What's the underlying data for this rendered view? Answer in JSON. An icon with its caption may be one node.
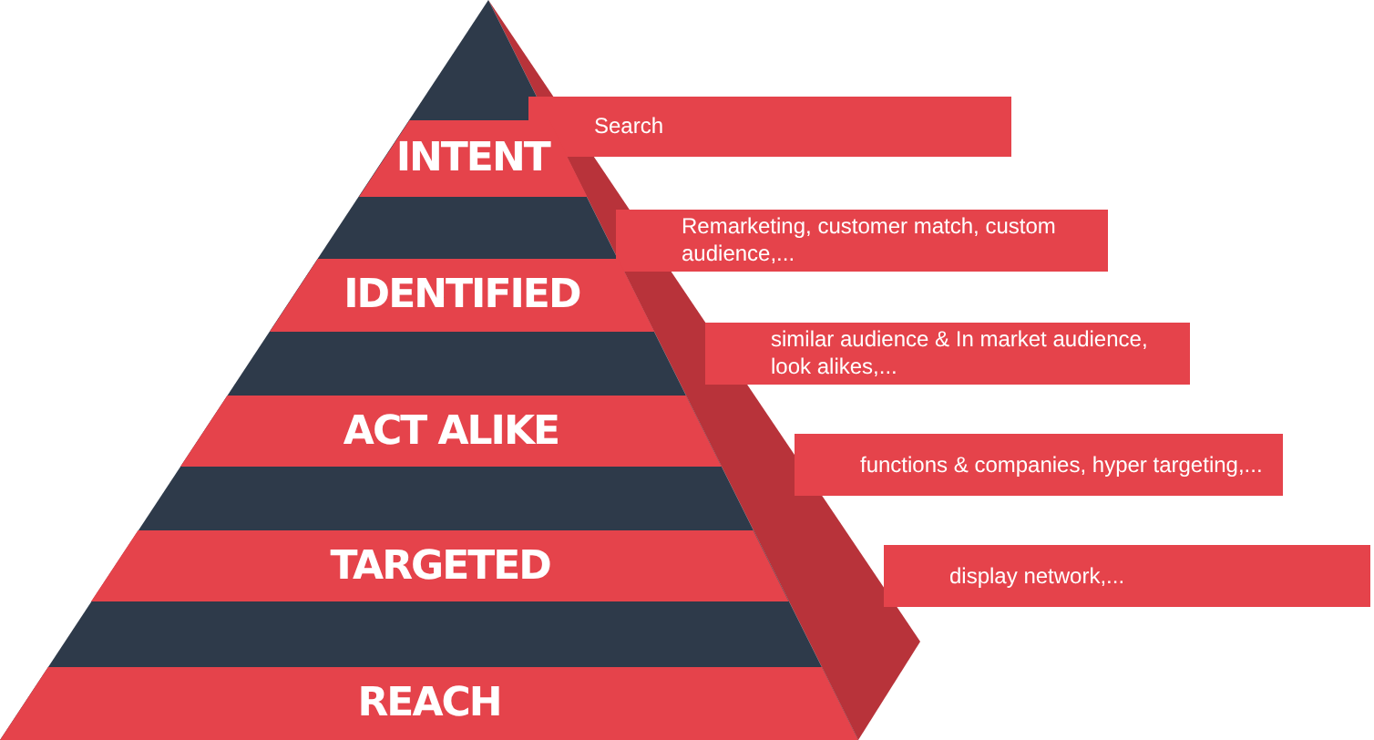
{
  "diagram": {
    "nodes": [
      {
        "text": [
          "INTENT"
        ]
      },
      {
        "text": [
          "Search"
        ]
      },
      {
        "text": [
          "IDENTIFIED"
        ]
      },
      {
        "text": [
          "Remarketing, customer match, custom audience,..."
        ]
      },
      {
        "text": [
          "ACT ALIKE"
        ]
      },
      {
        "text": [
          "similar audience & In market audience, look alikes,..."
        ]
      },
      {
        "text": [
          "TARGETED"
        ]
      },
      {
        "text": [
          "functions & companies, hyper targeting,..."
        ]
      },
      {
        "text": [
          "REACH"
        ]
      },
      {
        "text": [
          "display network,..."
        ]
      }
    ]
  }
}
